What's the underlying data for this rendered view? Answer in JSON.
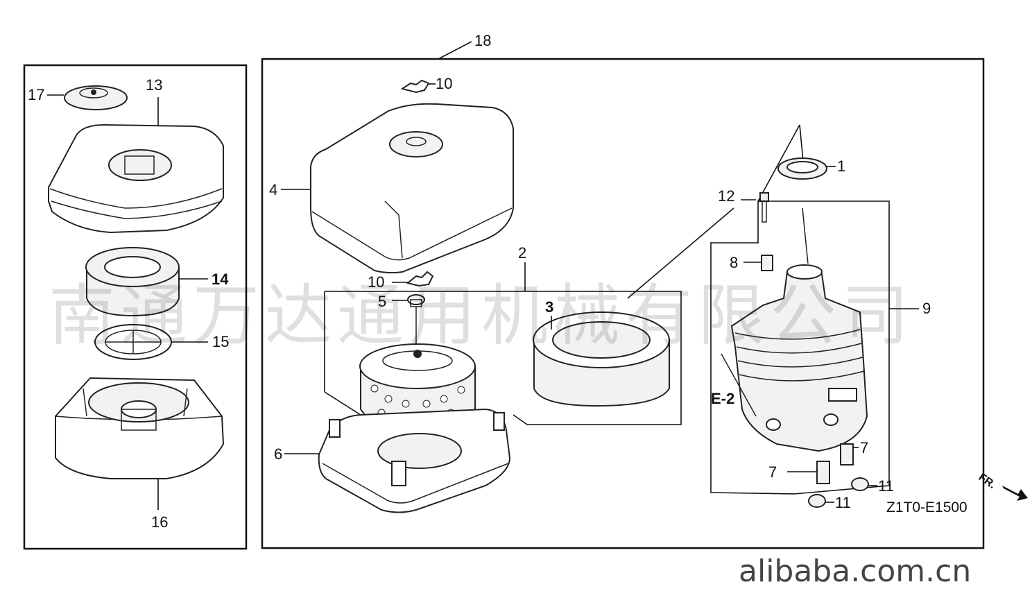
{
  "callouts": {
    "p1": "1",
    "p2": "2",
    "p3": "3",
    "p4": "4",
    "p5": "5",
    "p6": "6",
    "p7a": "7",
    "p7b": "7",
    "p8": "8",
    "p9": "9",
    "p10a": "10",
    "p10b": "10",
    "p11a": "11",
    "p11b": "11",
    "p12": "12",
    "p13": "13",
    "p14": "14",
    "p15": "15",
    "p16": "16",
    "p17": "17",
    "p18": "18"
  },
  "ref_mark": "E-2",
  "direction_mark": "FR.",
  "diagram_code": "Z1T0-E1500",
  "watermark_text": "南通万达通用机械有限公司",
  "site_watermark": "alibaba.com.cn"
}
